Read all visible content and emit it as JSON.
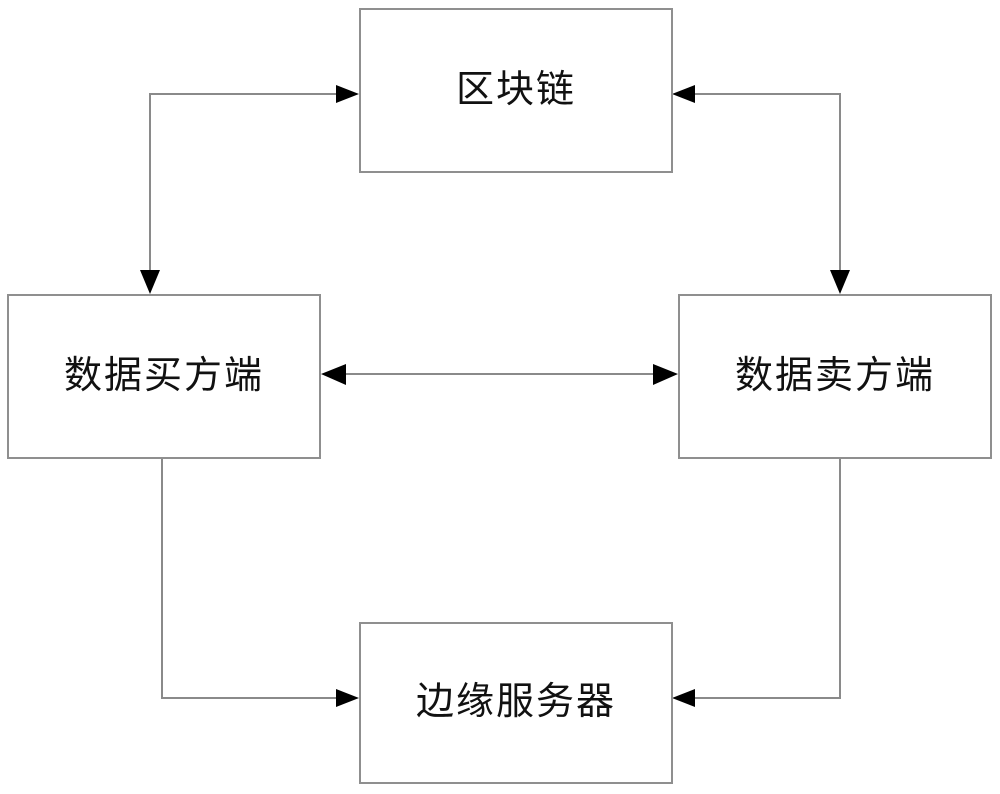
{
  "diagram": {
    "type": "system-architecture-block-diagram",
    "background_color": "#ffffff",
    "box_border_color": "#8f8f8f",
    "connector_color": "#8a8a8a",
    "arrowhead_color": "#000000",
    "text_color": "#111111",
    "nodes": [
      {
        "id": "blockchain",
        "label": "区块链",
        "position": "top-center"
      },
      {
        "id": "buyer",
        "label": "数据买方端",
        "position": "middle-left"
      },
      {
        "id": "seller",
        "label": "数据卖方端",
        "position": "middle-right"
      },
      {
        "id": "edge-server",
        "label": "边缘服务器",
        "position": "bottom-center"
      }
    ],
    "connectors": [
      {
        "id": "buyer-blockchain",
        "from": "buyer",
        "to": "blockchain",
        "direction": "bidirectional",
        "shape": "elbow"
      },
      {
        "id": "seller-blockchain",
        "from": "seller",
        "to": "blockchain",
        "direction": "bidirectional",
        "shape": "elbow"
      },
      {
        "id": "buyer-seller",
        "from": "buyer",
        "to": "seller",
        "direction": "bidirectional",
        "shape": "straight-horizontal"
      },
      {
        "id": "buyer-edge-server",
        "from": "buyer",
        "to": "edge-server",
        "direction": "one-way",
        "shape": "elbow"
      },
      {
        "id": "seller-edge-server",
        "from": "seller",
        "to": "edge-server",
        "direction": "one-way",
        "shape": "elbow"
      }
    ]
  }
}
